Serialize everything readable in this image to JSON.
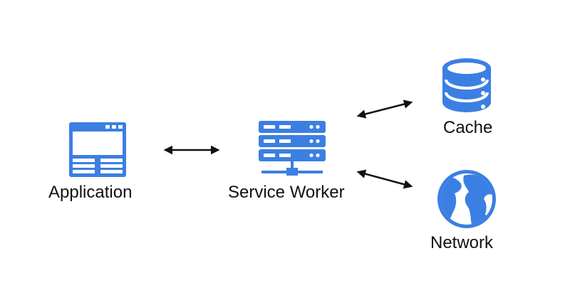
{
  "nodes": {
    "application": {
      "label": "Application",
      "icon": "browser-window-icon"
    },
    "service_worker": {
      "label": "Service Worker",
      "icon": "server-rack-icon"
    },
    "cache": {
      "label": "Cache",
      "icon": "database-icon"
    },
    "network": {
      "label": "Network",
      "icon": "globe-icon"
    }
  },
  "edges": [
    {
      "from": "application",
      "to": "service_worker",
      "direction": "bidirectional"
    },
    {
      "from": "service_worker",
      "to": "cache",
      "direction": "bidirectional"
    },
    {
      "from": "service_worker",
      "to": "network",
      "direction": "bidirectional"
    }
  ],
  "colors": {
    "icon": "#3b7fe3",
    "icon_highlight": "#ffffff",
    "arrow": "#111111",
    "text": "#111111",
    "background": "#ffffff"
  }
}
